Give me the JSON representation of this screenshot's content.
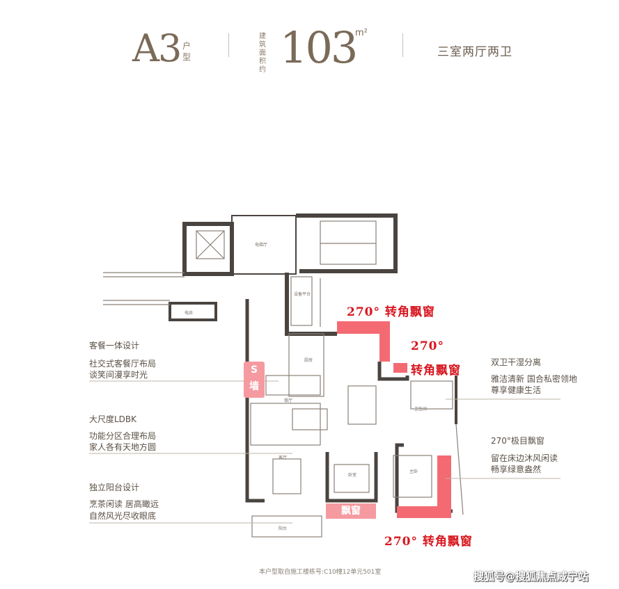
{
  "header": {
    "unit_code": "A3",
    "unit_code_sub": "户型",
    "area_label": "建筑面积约",
    "area_value": "103",
    "area_unit": "m²",
    "layout_type": "三室两厅两卫"
  },
  "features_left": [
    {
      "title": "客餐一体设计",
      "lines": [
        "社交式客餐厅布局",
        "谈笑间漫享时光"
      ]
    },
    {
      "title": "大尺度LDBK",
      "lines": [
        "功能分区合理布局",
        "家人各有天地方圆"
      ]
    },
    {
      "title": "独立阳台设计",
      "lines": [
        "烹茶闲读 居高瞰远",
        "自然风光尽收眼底"
      ]
    }
  ],
  "features_right": [
    {
      "title": "双卫干湿分离",
      "lines": [
        "雅洁清新 国合私密领地",
        "尊享健康生活"
      ]
    },
    {
      "title": "270°极目飘窗",
      "lines": [
        "留在床边沐风闲读",
        "畅享绿意盎然"
      ]
    }
  ],
  "annotations": {
    "top_window": "270° 转角飘窗",
    "mid_window_deg": "270°",
    "mid_window_label": "转角飘窗",
    "bottom_window": "270° 转角飘窗",
    "s_label": "S",
    "wall_label": "墙",
    "bay_window": "飘窗"
  },
  "rooms": {
    "elevator_hall": "电梯厅",
    "equipment": "设备平台",
    "electric": "电井",
    "kitchen": "厨房",
    "dining": "餐厅",
    "living": "客厅",
    "master": "主卧",
    "bedroom": "卧室",
    "bathroom": "卫生间",
    "balcony": "阳台"
  },
  "footer": {
    "note": "本户型取自施工楼栋号:C10幢12单元501室",
    "watermark": "搜狐号@搜狐焦点咸宁站"
  },
  "colors": {
    "wall": "#4a4440",
    "highlight": "#f46a72",
    "annotation": "#d8161f",
    "text": "#5a5046"
  }
}
